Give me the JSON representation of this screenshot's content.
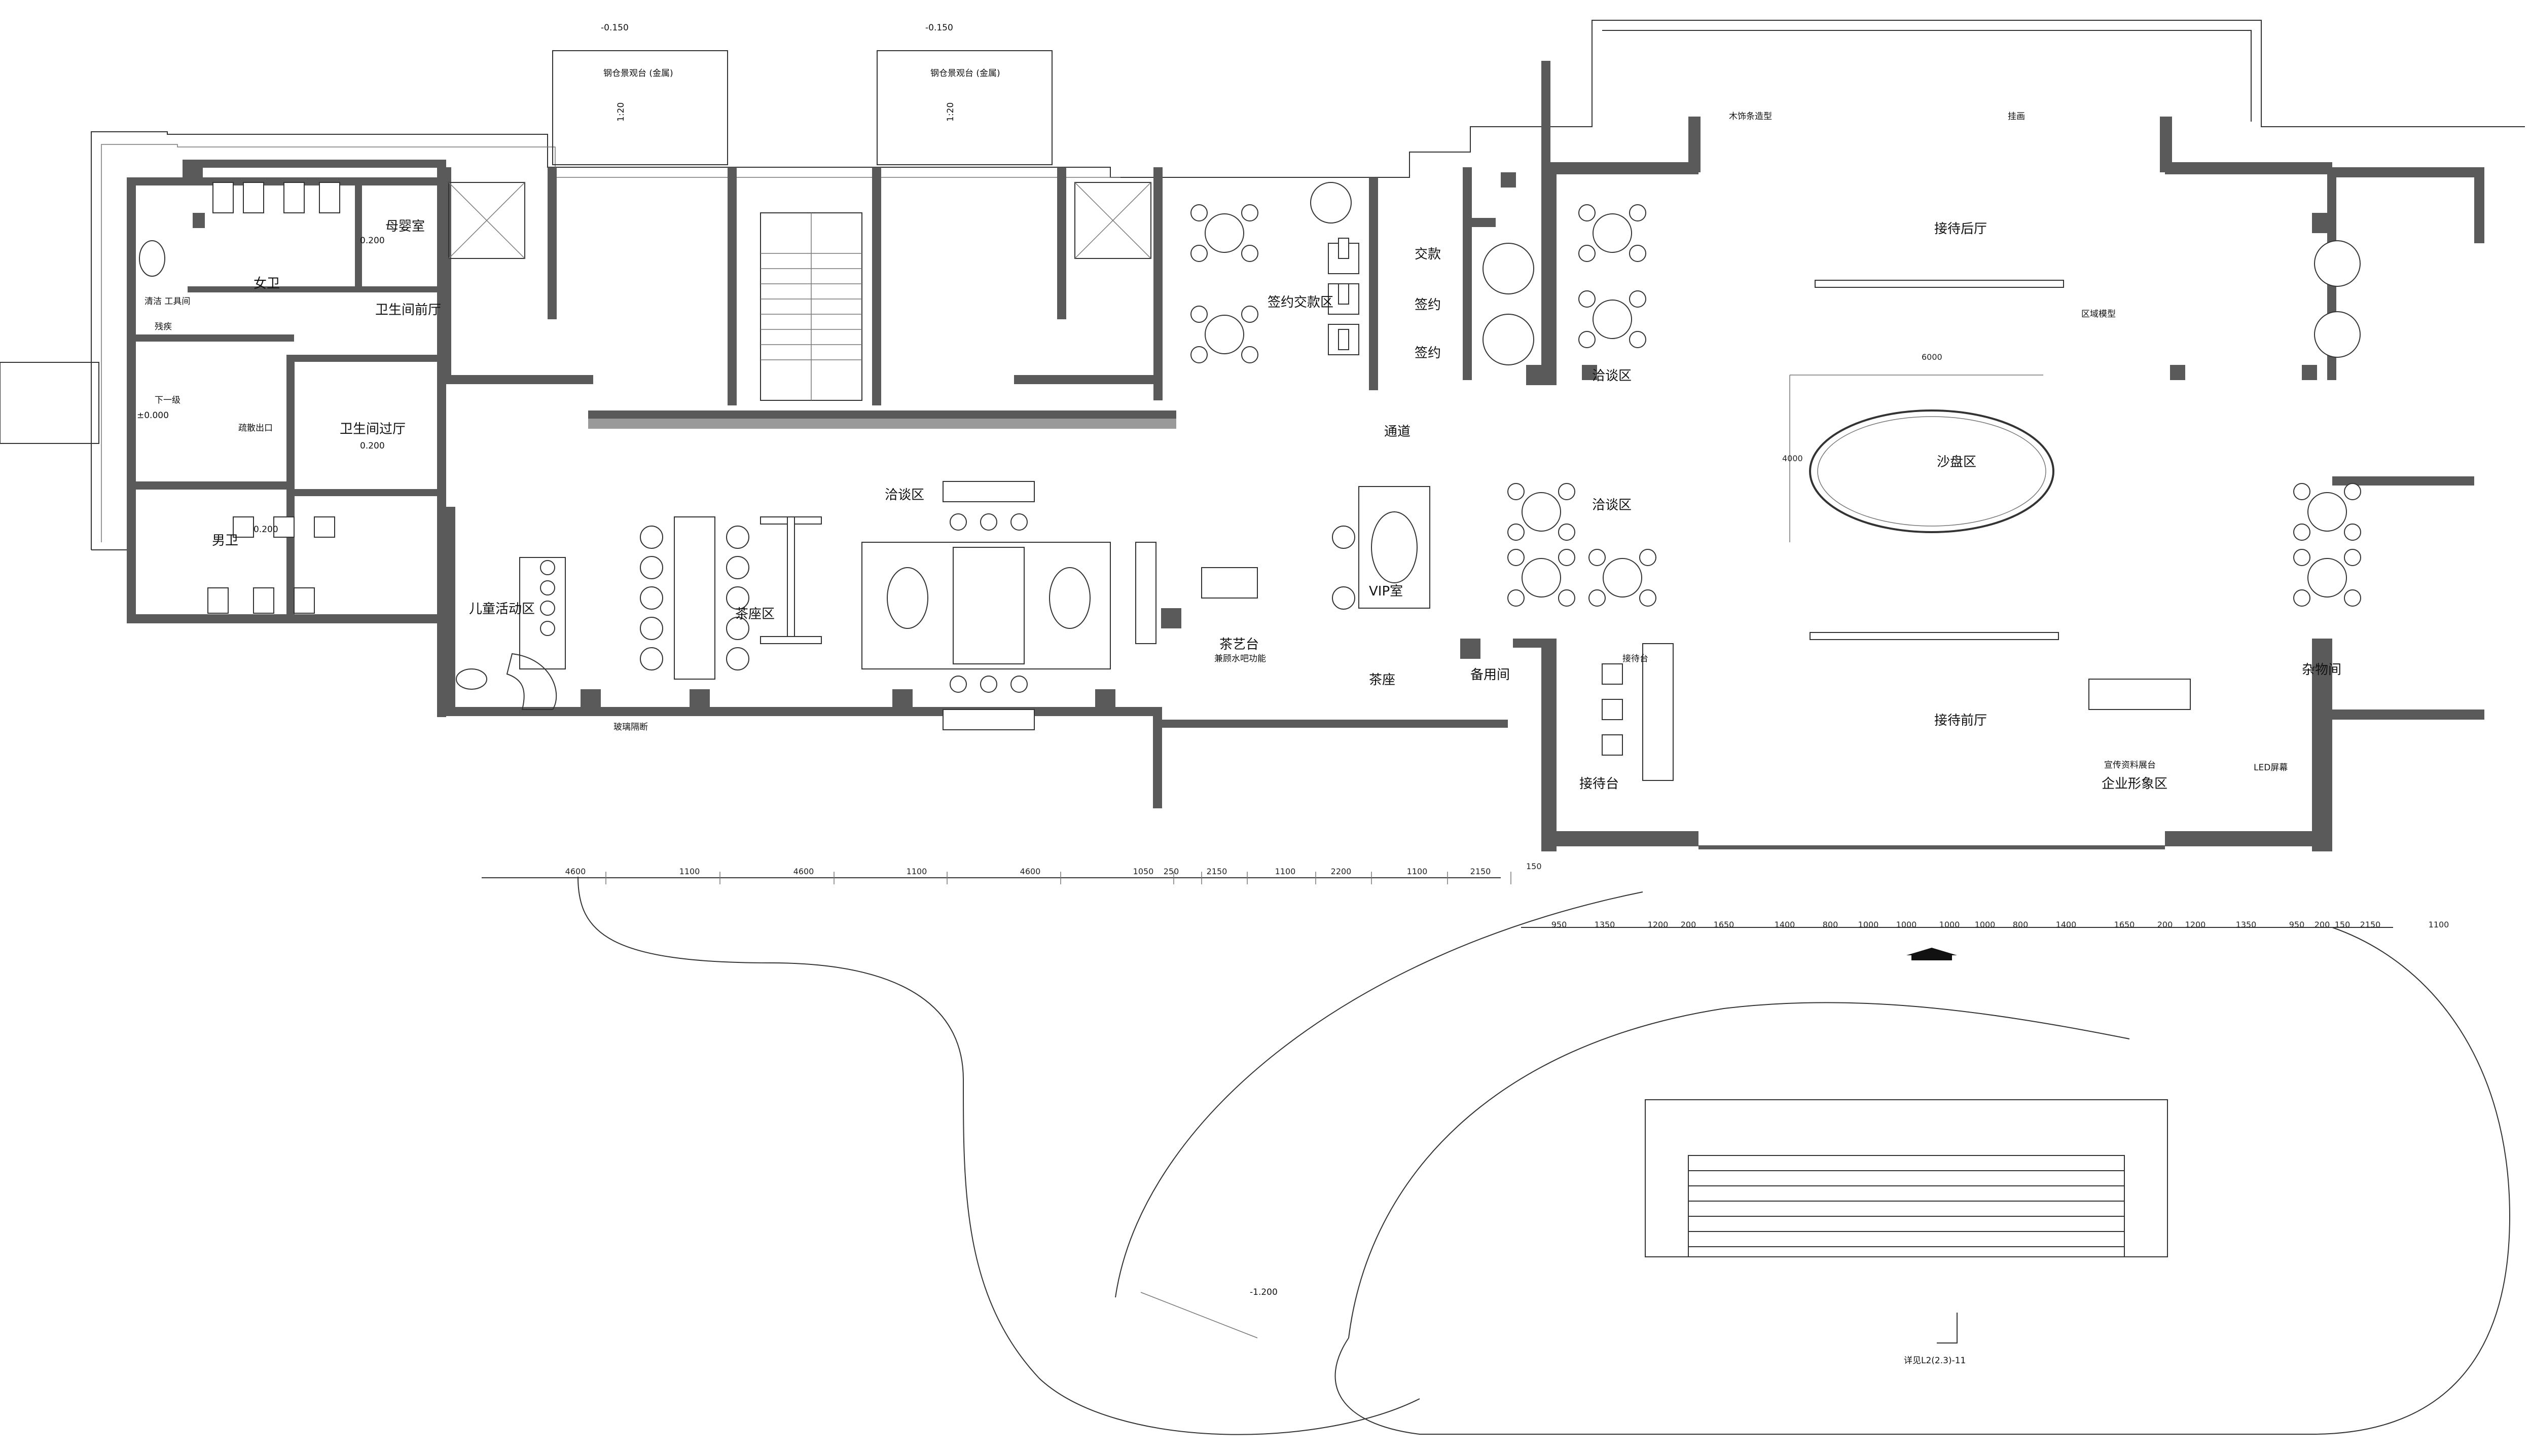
{
  "colors": {
    "wall": "#5a5a5a",
    "line": "#333333",
    "background": "#ffffff"
  },
  "levels": {
    "top_left": "-0.150",
    "top_right": "-0.150",
    "ground": "±0.000",
    "ramp": "-1.200",
    "w_mother": "0.200",
    "w_lobby": "0.200",
    "w_men": "0.200"
  },
  "stairs_label_a": "钢仓景观台 (金属)",
  "stairs_label_b": "钢仓景观台 (金属)",
  "scale_a": "1:20",
  "scale_b": "1:20",
  "rooms": {
    "women_wc": "女卫",
    "mother_room": "母婴室",
    "wc_front": "卫生间前厅",
    "wc_lobby": "卫生间过厅",
    "men_wc": "男卫",
    "children": "儿童活动区",
    "nego_left": "洽谈区",
    "tea_seat": "茶座区",
    "sign_exchange": "签约交款区",
    "pay": "交款",
    "sign1": "签约",
    "sign2": "签约",
    "corridor": "通道",
    "vip": "VIP室",
    "tea_art": "茶艺台",
    "tea_art_sub": "兼顾水吧功能",
    "tea_seat2": "茶座",
    "spare": "备用间",
    "nego_right1": "洽谈区",
    "nego_right2": "洽谈区",
    "reception_back": "接待后厅",
    "sand_table": "沙盘区",
    "reception_front": "接待前厅",
    "reception_desk": "接待台",
    "reception_desk2": "接待台",
    "corp_image": "企业形象区",
    "storage": "杂物间",
    "cleaning": "清洁\n工具间",
    "no_entry": "残疾",
    "down": "下一级",
    "evac": "疏散出口",
    "glass_rail": "玻璃隔断",
    "wood_deco": "木饰条造型",
    "screen": "挂画",
    "area_model": "区域模型",
    "brochure": "宣传资料展台",
    "led": "LED屏幕",
    "ref": "详见L2(2.3)-11"
  },
  "dims_left": [
    "4600",
    "1100",
    "4600",
    "1100",
    "4600",
    "1050",
    "250",
    "2150",
    "1100",
    "2200",
    "1100",
    "2150"
  ],
  "dims_left_extra": "150",
  "dims_right": [
    "950",
    "1350",
    "1200",
    "200",
    "1650",
    "1400",
    "800",
    "1000",
    "1000",
    "1000",
    "1000",
    "800",
    "1400",
    "1650",
    "200",
    "1200",
    "1350",
    "950",
    "200",
    "150",
    "2150",
    "1100"
  ],
  "sand_w": "6000",
  "sand_h": "4000"
}
